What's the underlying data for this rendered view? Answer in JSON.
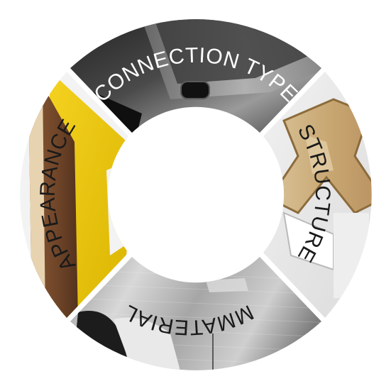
{
  "segments": [
    {
      "id": "connection-type",
      "label": "CONNECTION TYPE"
    },
    {
      "id": "structure",
      "label": "STRUCTURE"
    },
    {
      "id": "material",
      "label": "MMATERIAL"
    },
    {
      "id": "appearance",
      "label": "APPEARANCE"
    }
  ]
}
